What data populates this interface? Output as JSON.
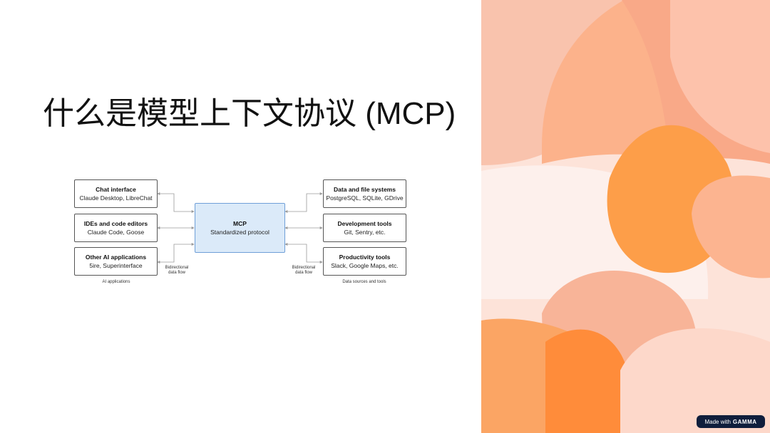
{
  "slide": {
    "title": "什么是模型上下文协议 (MCP)"
  },
  "diagram": {
    "left_boxes": [
      {
        "title": "Chat interface",
        "subtitle": "Claude Desktop, LibreChat"
      },
      {
        "title": "IDEs and code editors",
        "subtitle": "Claude Code, Goose"
      },
      {
        "title": "Other AI applications",
        "subtitle": "5ire, Superinterface"
      }
    ],
    "center_box": {
      "title": "MCP",
      "subtitle": "Standardized protocol"
    },
    "right_boxes": [
      {
        "title": "Data and file systems",
        "subtitle": "PostgreSQL, SQLite, GDrive"
      },
      {
        "title": "Development tools",
        "subtitle": "Git, Sentry, etc."
      },
      {
        "title": "Productivity tools",
        "subtitle": "Slack, Google Maps, etc."
      }
    ],
    "left_flow_label": [
      "Bidirectional",
      "data flow"
    ],
    "right_flow_label": [
      "Bidirectional",
      "data flow"
    ],
    "left_group_label": "AI applications",
    "right_group_label": "Data sources and tools",
    "colors": {
      "mcp_fill": "#dbeaf9",
      "mcp_border": "#6f9fd8",
      "connector": "#9a9a9a"
    }
  },
  "badge": {
    "prefix": "Made with",
    "brand": "GAMMA"
  },
  "art_colors": [
    "#fbd5c8",
    "#f9b394",
    "#fd9f4a",
    "#f7c2aa",
    "#ff8d3c"
  ]
}
